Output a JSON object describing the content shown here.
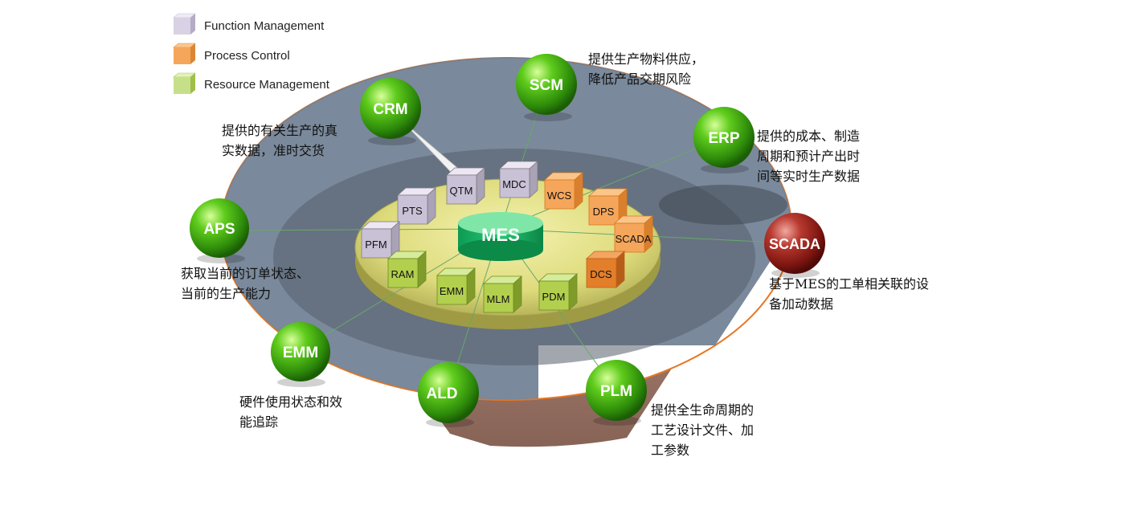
{
  "legend": [
    {
      "label": "Function Management",
      "color": "#d8d2e4"
    },
    {
      "label": "Process Control",
      "color": "#f5a65b"
    },
    {
      "label": "Resource Management",
      "color": "#c6e08a"
    }
  ],
  "center": {
    "label": "MES"
  },
  "modules": {
    "qtm": "QTM",
    "mdc": "MDC",
    "pts": "PTS",
    "pfm": "PFM",
    "wcs": "WCS",
    "dps": "DPS",
    "scada": "SCADA",
    "dcs": "DCS",
    "ram": "RAM",
    "emm": "EMM",
    "mlm": "MLM",
    "pdm": "PDM"
  },
  "systems": {
    "crm": "CRM",
    "scm": "SCM",
    "erp": "ERP",
    "aps": "APS",
    "scada": "SCADA",
    "emm": "EMM",
    "ald": "ALD",
    "plm": "PLM"
  },
  "descriptions": {
    "crm": [
      "提供的有关生产的真",
      "实数据，准时交货"
    ],
    "scm": [
      "提供生产物料供应，",
      "降低产品交期风险"
    ],
    "erp": [
      "提供的成本、制造",
      "周期和预计产出时",
      "间等实时生产数据"
    ],
    "aps": [
      "获取当前的订单状态、",
      "当前的生产能力"
    ],
    "scada": [
      "基于MES的工单相关联的设",
      "备加动数据"
    ],
    "emm": [
      "硬件使用状态和效",
      "能追踪"
    ],
    "plm": [
      "提供全生命周期的",
      "工艺设计文件、加",
      "工参数"
    ]
  },
  "colors": {
    "green_sphere": "#3aa312",
    "red_sphere": "#9e1d18",
    "outer_disc": "#6f7f93",
    "inner_disc": "#e2e08a",
    "function_cube": "#d8d2e4",
    "process_cube": "#f5a65b",
    "resource_cube": "#b3cf4e"
  }
}
